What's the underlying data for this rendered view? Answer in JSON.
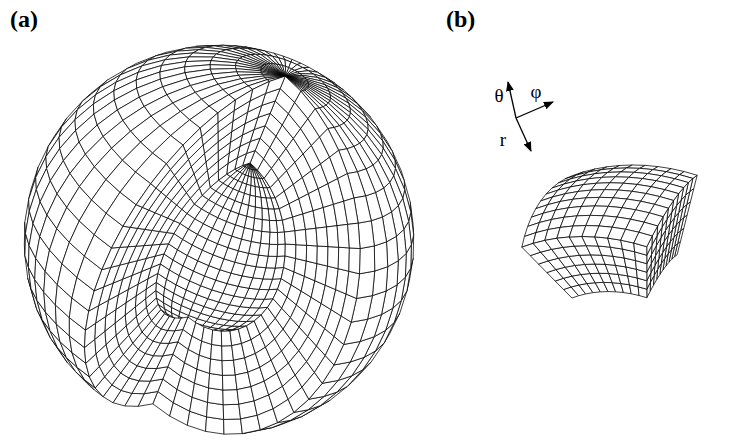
{
  "diagram": {
    "labels": [
      "(a)",
      "(b)",
      "θ",
      "φ",
      "r"
    ]
  }
}
